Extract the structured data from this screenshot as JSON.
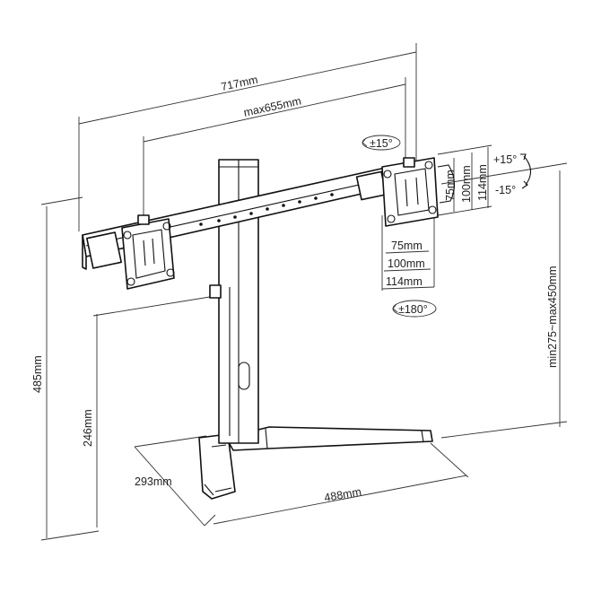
{
  "dimensions": {
    "overall_width": "717mm",
    "max_vesa_span": "max655mm",
    "tilt": {
      "up": "+15°",
      "down": "-15°"
    },
    "swivel": "±15°",
    "rotation": "±180°",
    "vesa_vertical": [
      "75mm",
      "100mm",
      "114mm"
    ],
    "vesa_horizontal": [
      "75mm",
      "100mm",
      "114mm"
    ],
    "total_height": "485mm",
    "height_range": "min275~max450mm",
    "base_height": "246mm",
    "base_depth": "293mm",
    "base_width": "488mm"
  }
}
